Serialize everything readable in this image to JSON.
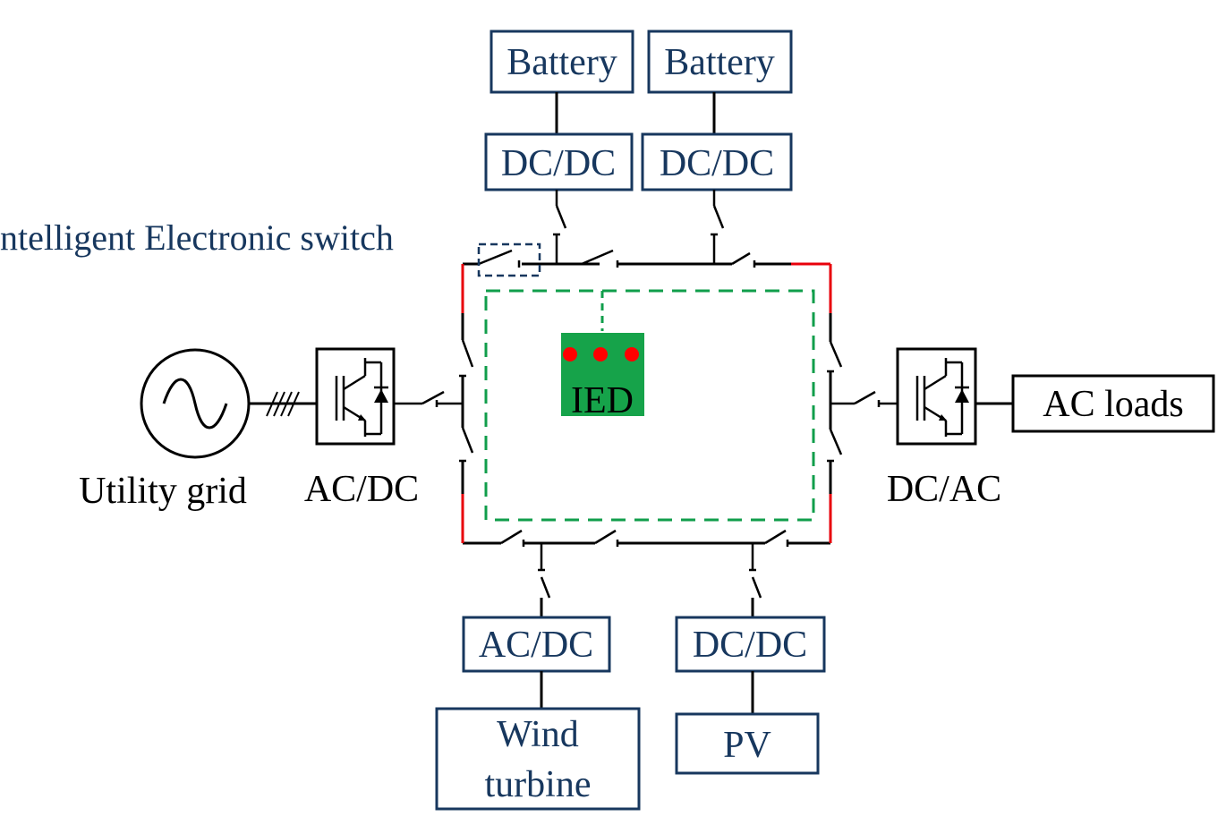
{
  "labels": {
    "battery_left": "Battery",
    "battery_right": "Battery",
    "dcdc_top_left": "DC/DC",
    "dcdc_top_right": "DC/DC",
    "ies_label": "ntelligent Electronic switch",
    "ied": "IED",
    "utility_grid": "Utility grid",
    "acdc_left": "AC/DC",
    "dcac_right": "DC/AC",
    "ac_loads": "AC loads",
    "acdc_bottom": "AC/DC",
    "dcdc_bottom": "DC/DC",
    "wind_line1": "Wind",
    "wind_line2": "turbine",
    "pv": "PV"
  },
  "colors": {
    "navy": "#17375e",
    "black": "#000000",
    "red": "#e8000b",
    "green": "#109e4b",
    "ied_fill": "#16a34a",
    "dot_red": "#ff0000"
  }
}
